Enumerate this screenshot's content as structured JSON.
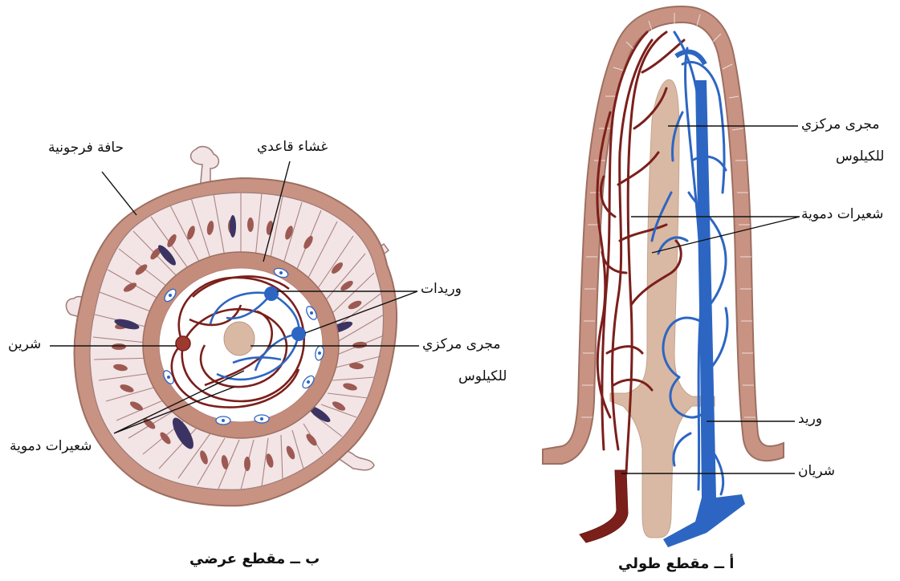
{
  "cross_section": {
    "caption": "ب ــ مقطع عرضي",
    "labels": {
      "brush_border": "حافة فرجونية",
      "basement_membrane": "غشاء قاعدي",
      "venules": "وريدات",
      "arteriole": "شرين",
      "lacteal_line1": "مجرى مركزي",
      "lacteal_line2": "للكيلوس",
      "capillaries": "شعيرات دموية"
    }
  },
  "longitudinal_section": {
    "caption": "أ ــ مقطع طولي",
    "labels": {
      "lacteal_line1": "مجرى مركزي",
      "lacteal_line2": "للكيلوس",
      "capillaries": "شعيرات دموية",
      "vein": "وريد",
      "artery": "شريان"
    }
  },
  "colors": {
    "epithelium": "#c89382",
    "epithelium_light": "#f3e4e6",
    "nucleus": "#9d5a52",
    "goblet": "#3b3463",
    "artery": "#7b1f1b",
    "vein": "#2d66c2",
    "lacteal": "#d9b9a3",
    "leader": "#111111"
  }
}
